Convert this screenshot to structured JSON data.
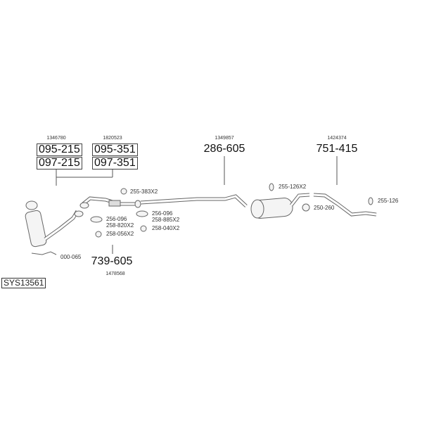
{
  "system_code": "SYS13561",
  "groups": [
    {
      "oe": "1346780",
      "parts": [
        "095-215",
        "097-215"
      ]
    },
    {
      "oe": "1820523",
      "parts": [
        "095-351",
        "097-351"
      ]
    }
  ],
  "main_parts": [
    {
      "oe": "1349857",
      "part": "286-605"
    },
    {
      "oe": "1424374",
      "part": "751-415"
    },
    {
      "oe": "1478568",
      "part": "739-605"
    }
  ],
  "accessories": {
    "a1": "255-383X2",
    "a2": "256-096",
    "a3": "258-885X2",
    "a4": "258-040X2",
    "a5": "256-096",
    "a6": "258-820X2",
    "a7": "258-056X2",
    "a8": "000-065",
    "a9": "255-126X2",
    "a10": "250-260",
    "a11": "255-126"
  }
}
